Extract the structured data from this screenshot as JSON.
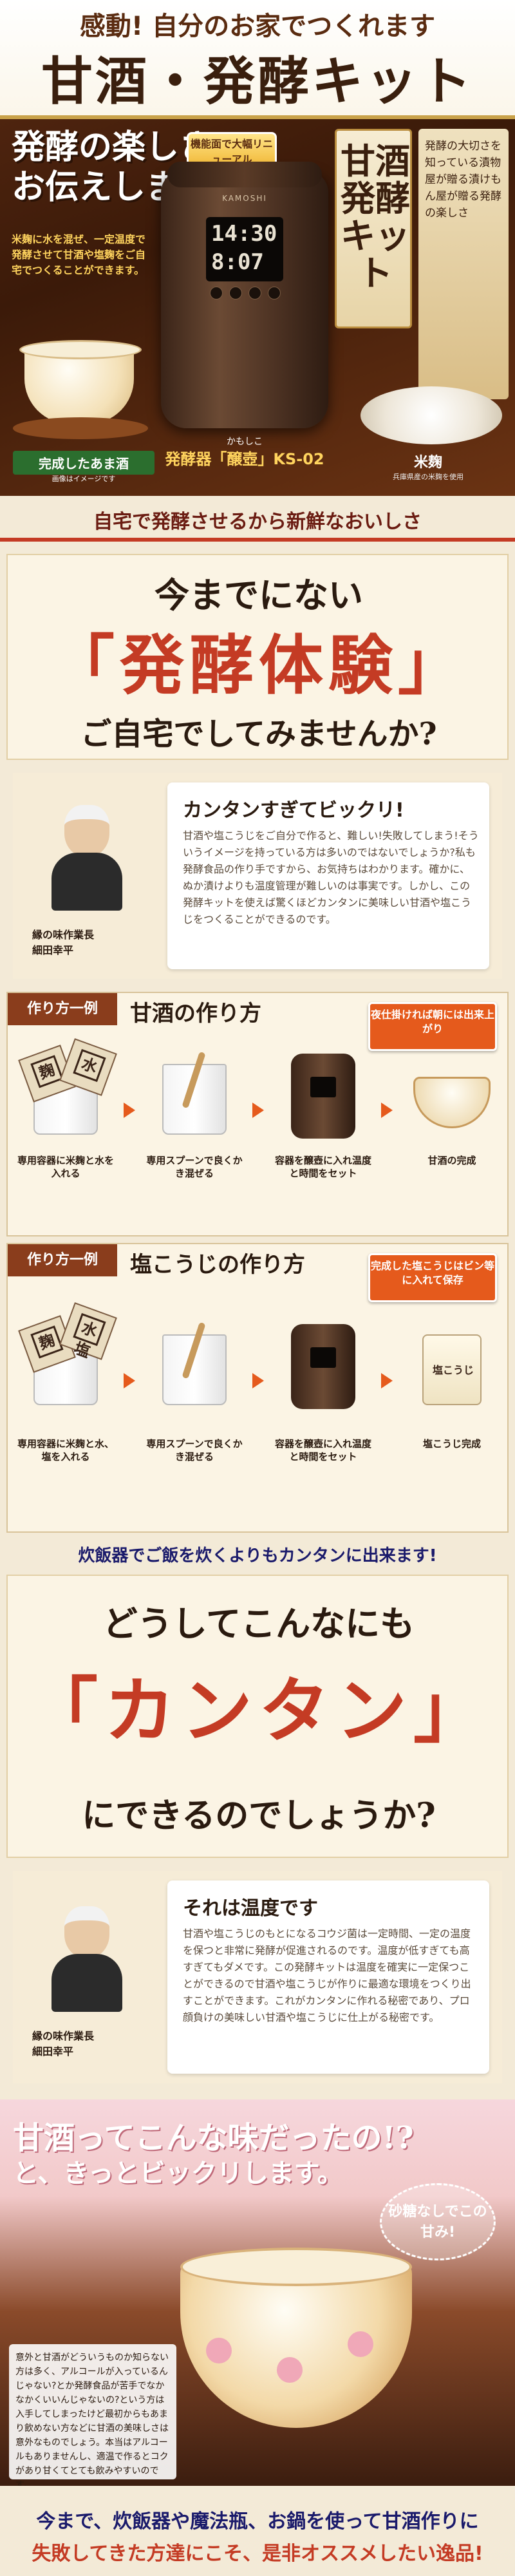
{
  "banner": {
    "headline_small": "感動! 自分のお家でつくれます",
    "headline_big": "甘酒・発酵キット",
    "copy_line1": "発酵の楽しさ",
    "copy_line2": "お伝えします",
    "sub_text": "米麹に水を混ぜ、一定温度で発酵させて甘酒や塩麹をご自宅でつくることができます。",
    "renewal_badge": "機能面で大幅リニューアル",
    "kit_vertical": "甘酒発酵キット",
    "kit_desc": "発酵の大切さを知っている漬物屋が贈る漬けもん屋が贈る発酵の楽しさ",
    "cup_caption": "完成したあま酒",
    "cup_note": "画像はイメージです",
    "device_brand": "KAMOSHI",
    "device_digit_1": "14:30",
    "device_digit_2": "8:07",
    "device_name": "かもしこ",
    "device_model": "発酵器「醸壺」KS-02",
    "rice_label": "米麹",
    "rice_note": "兵庫県産の米麹を使用"
  },
  "subhead": "自宅で発酵させるから新鮮なおいしさ",
  "panel1": {
    "line1": "今までにない",
    "line2": "「発酵体験」",
    "line3": "ご自宅でしてみませんか?"
  },
  "info1": {
    "title": "カンタンすぎてビックリ!",
    "body": "甘酒や塩こうじをご自分で作ると、難しい!失敗してしまう!そういうイメージを持っている方は多いのではないでしょうか?私も発酵食品の作り手ですから、お気持ちはわかります。確かに、ぬか漬けよりも温度管理が難しいのは事実です。しかし、この発酵キットを使えば驚くほどカンタンに美味しい甘酒や塩こうじをつくることができるのです。",
    "person_title": "縁の味作業長",
    "person_name": "細田幸平"
  },
  "steps1": {
    "tag": "作り方一例",
    "title": "甘酒の作り方",
    "badge": "夜仕掛ければ朝には出来上がり",
    "bag_label": "麹",
    "bag_label2": "水",
    "caps": [
      "専用容器に米麹と水を入れる",
      "専用スプーンで良くかき混ぜる",
      "容器を醸壺に入れ温度と時間をセット",
      "甘酒の完成"
    ]
  },
  "steps2": {
    "tag": "作り方一例",
    "title": "塩こうじの作り方",
    "badge": "完成した塩こうじはビン等に入れて保存",
    "bag_label": "麹",
    "bag_label2": "水塩",
    "jar_label": "塩こうじ",
    "caps": [
      "専用容器に米麹と水、塩を入れる",
      "専用スプーンで良くかき混ぜる",
      "容器を醸壺に入れ温度と時間をセット",
      "塩こうじ完成"
    ]
  },
  "easy_line": "炊飯器でご飯を炊くよりもカンタンに出来ます!",
  "panel2": {
    "line1": "どうしてこんなにも",
    "line2": "「カンタン」",
    "line3": "にできるのでしょうか?"
  },
  "info2": {
    "title": "それは温度です",
    "body": "甘酒や塩こうじのもとになるコウジ菌は一定時間、一定の温度を保つと非常に発酵が促進されるのです。温度が低すぎても高すぎてもダメです。この発酵キットは温度を確実に一定保つことができるので甘酒や塩こうじが作りに最適な環境をつくり出すことができます。これがカンタンに作れる秘密であり、プロ顔負けの美味しい甘酒や塩こうじに仕上がる秘密です。",
    "person_title": "縁の味作業長",
    "person_name": "細田幸平"
  },
  "hero": {
    "line1": "甘酒ってこんな味だったの!?",
    "line2": "と、きっとビックリします。",
    "bubble": "砂糖なしでこの甘み!",
    "note": "意外と甘酒がどういうものか知らない方は多く、アルコールが入っているんじゃない?とか発酵食品が苦手でなかなかくいいんじゃないの?という方は入手してしまったけど最初からもあまり飲めない方などに甘酒の美味しさは意外なものでしょう。本当はアルコールもありませんし、適温で作るとコクがあり甘くてとても飲みやすいのです。"
  },
  "final": {
    "line1": "今まで、炊飯器や魔法瓶、お鍋を使って甘酒作りに",
    "line2": "失敗してきた方達にこそ、是非オススメしたい逸品!"
  }
}
